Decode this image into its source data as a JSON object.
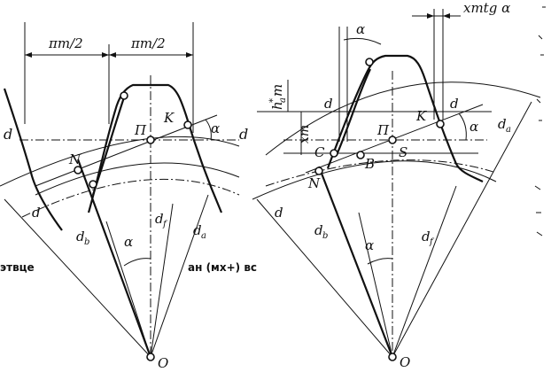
{
  "figure": {
    "left_diagram": {
      "dim_pitch_left": "πm/2",
      "dim_pitch_right": "πm/2",
      "label_d_left": "d",
      "label_d_right": "d",
      "label_N": "N",
      "label_P": "П",
      "label_K": "K",
      "label_alpha_top": "α",
      "label_d": "d",
      "label_db": "d",
      "label_db_sub": "b",
      "label_alpha_bottom": "α",
      "label_df": "d",
      "label_df_sub": "f",
      "label_da": "d",
      "label_da_sub": "a",
      "label_O": "O"
    },
    "right_diagram": {
      "dim_xmtga": "xmtg α",
      "label_alpha_top": "α",
      "label_hstar": "h",
      "label_hstar_sup": "*",
      "label_hstar_sub": "a",
      "label_hstar_m": "m",
      "label_d_upper_left": "d",
      "label_d_upper_right": "d",
      "label_xm": "xm",
      "label_P": "П",
      "label_K": "K",
      "label_alpha_right": "α",
      "label_da_outer": "d",
      "label_da_outer_sub": "a",
      "label_C": "C",
      "label_B": "B",
      "label_S": "S",
      "label_N": "N",
      "label_d": "d",
      "label_db": "d",
      "label_db_sub": "b",
      "label_alpha_bottom": "α",
      "label_df": "d",
      "label_df_sub": "f",
      "label_O": "O"
    },
    "scrap_text": {
      "left": "этвце",
      "middle": "ан (мх+) вс"
    }
  }
}
